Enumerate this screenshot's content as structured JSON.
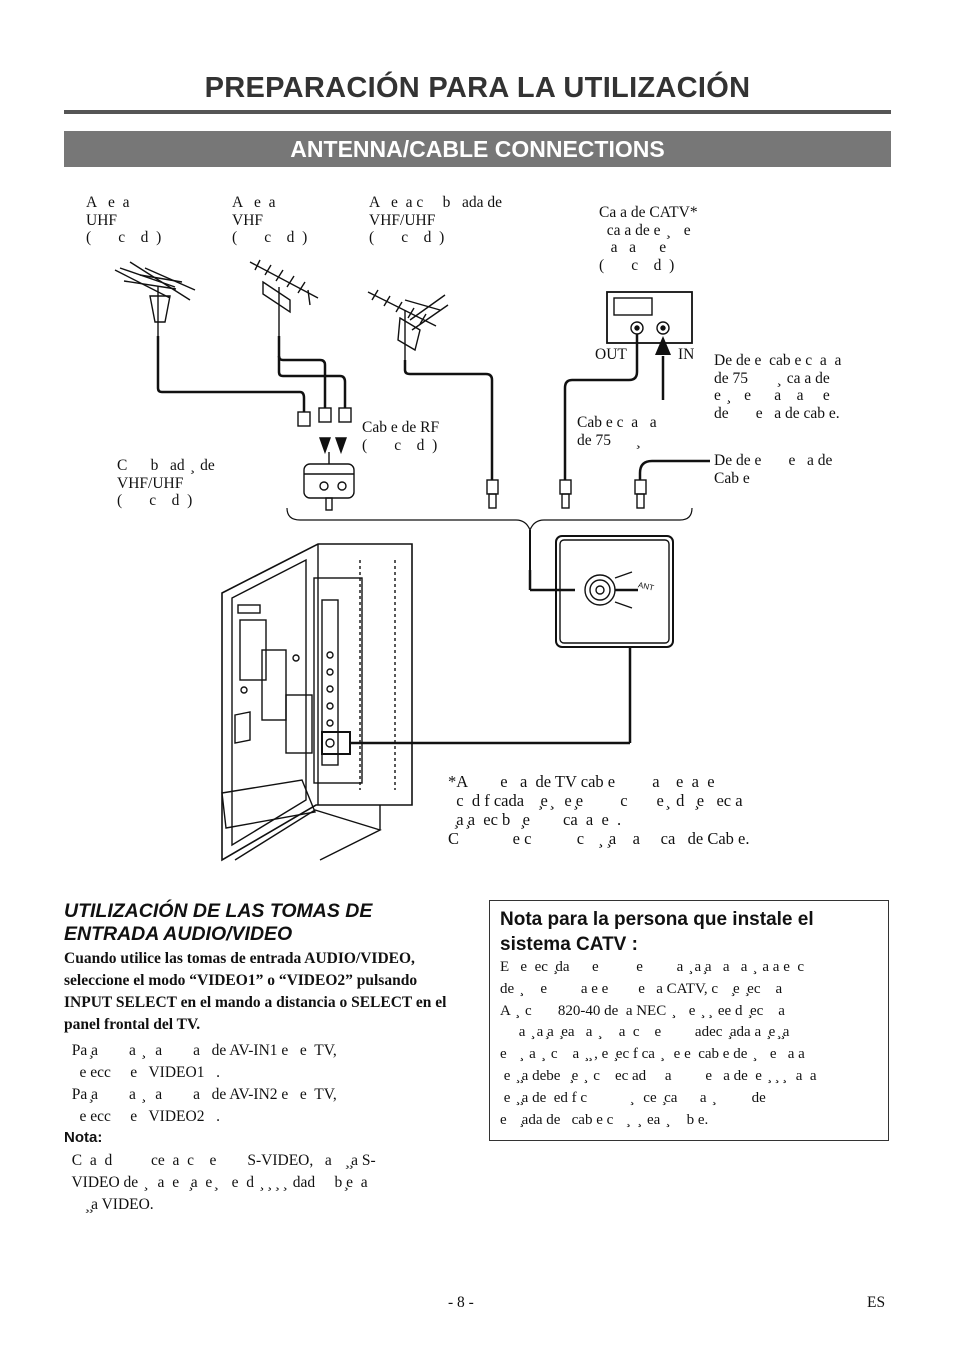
{
  "header": {
    "title": "PREPARACIÓN PARA LA UTILIZACIÓN",
    "section": "ANTENNA/CABLE CONNECTIONS"
  },
  "diagram": {
    "labels": {
      "uhf_antenna": "A   e  a\nUHF\n(       c    d  )",
      "vhf_antenna": "A   e  a\nVHF\n(       c    d  )",
      "combo_antenna": "A   e  a c     b   ada de\nVHF/UHF\n(       c    d  )",
      "catv_box": "Ca a de CATV*\n  ca a de e  ̧    e\n   a   a      e\n(       c    d  )",
      "out": "OUT",
      "in": "IN",
      "from_75_cable": "De de e  cab e c  a  a\nde 75        ̧  ca a de\ne  ̧    e      a    a     e\nde       e   a de cab e.",
      "rf_cable": "Cab e de RF\n(       c    d  )",
      "coax_75": "Cab e c  a   a\nde 75       ̧",
      "from_cable_network": "De de e       e   a de\nCab e",
      "combiner": "C      b   ad  ̧  de\nVHF/UHF\n(       c    d  )",
      "ant_jack": "ANT",
      "footnote": "*A        e   a  de TV cab e         a    e  a  e\n  c  d f cada    ̧e ̧   e ̧e         c       e ̧  d   ̧e   ec a\n  ̧a ̧a  ec b   ̧e        ca  a  e  .\nC             e c           c    ̧  ̧a    a     ca   de Cab e."
    }
  },
  "av_section": {
    "heading": "UTILIZACIÓN DE LAS TOMAS DE ENTRADA AUDIO/VIDEO",
    "intro": "Cuando utilice las tomas de entrada AUDIO/VIDEO, seleccione el modo “VIDEO1” o “VIDEO2” pulsando INPUT SELECT en el mando a distancia o SELECT en el panel frontal del TV.",
    "line1": "  Pa ̧a        a  ̧   a        a   de AV-IN1 e   e  TV,",
    "line2": "    e ecc     e   VIDEO1   .",
    "line3": "  Pa ̧a        a  ̧   a        a   de AV-IN2 e   e  TV,",
    "line4": "    e ecc     e   VIDEO2   .",
    "note_label": "Nota:",
    "note1": "  C  a  d          ce  a  c    e        S-VIDEO,   a    ̧ ̧a S-",
    "note2": "  VIDEO de  ̧   a  e   ̧a  e ̧    e  d  ̧  ̧  ̧  ̧  dad     b ̧e  a",
    "note3": "      ̧ ̧a VIDEO."
  },
  "catv_note": {
    "heading": "Nota para la persona que instale el sistema CATV :",
    "body": "E   e  ec  ̧da      e          e         a  ̧ a ̧a   a   a  ̧  a a e  c\nde  ̧     e         a e e        e   a CATV, c    ̧e  ̧ec    a\nA  ̧  c       820-40 de  a NEC  ̧    e  ̧  ̧  ee d  ̧ec    a\n     a  ̧ a ̧a  ̧ea   a  ̧     a  c    e         adec  ̧ada a  ̧e ̧ ̧a\ne    ̧  a  ̧  c    a  ̧ ̧ , e  ̧ec f ca  ̧   e e  cab e de  ̧    e   a a\n e  ̧ ̧a debe   ̧e  ̧  c    ec ad     a         e   a de  e  ̧  ̧  ̧   a  a\n e  ̧ ̧a de  ed f c            ̧   ce  ̧ca      a  ̧          de\ne    ̧ada de   cab e c    ̧   ̧  ea  ̧     b e."
  },
  "footer": {
    "page": "- 8 -",
    "lang": "ES"
  }
}
